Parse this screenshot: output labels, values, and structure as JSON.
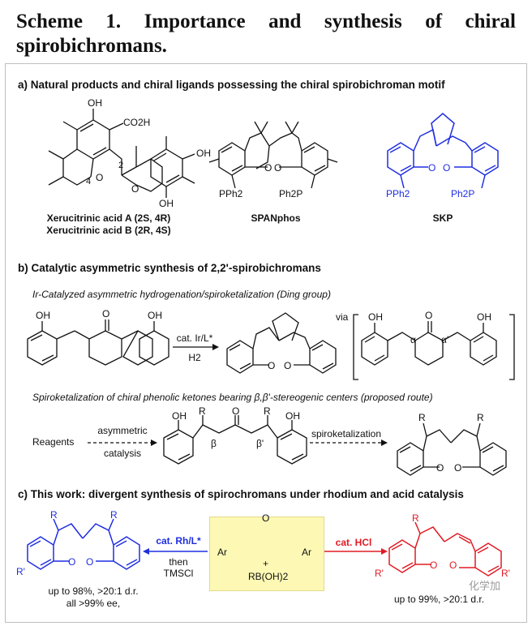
{
  "title": {
    "line1": "Scheme 1. Importance and synthesis of chiral",
    "line2": "spirobichromans."
  },
  "section_a": {
    "heading": "a) Natural products and chiral ligands possessing the chiral spirobichroman motif",
    "mol1_label_a": "Xerucitrinic acid A (2S, 4R)",
    "mol1_label_b": "Xerucitrinic acid B (2R, 4S)",
    "mol2_label": "SPANphos",
    "mol3_label": "SKP",
    "atoms": {
      "oh": "OH",
      "co2h": "CO2H",
      "o": "O",
      "pph2": "PPh2",
      "ph2p": "Ph2P",
      "num4": "4",
      "num2": "2"
    }
  },
  "section_b": {
    "heading": "b) Catalytic asymmetric synthesis of 2,2'-spirobichromans",
    "route1_caption": "Ir-Catalyzed asymmetric hydrogenation/spiroketalization (Ding group)",
    "route1_reagent": "cat. Ir/L*",
    "route1_h2": "H2",
    "via": "via",
    "alpha": "α",
    "alpha_prime": "α'",
    "route2_caption": "Spiroketalization of chiral phenolic ketones bearing β,β'-stereogenic centers (proposed route)",
    "reagents": "Reagents",
    "step1_top": "asymmetric",
    "step1_bottom": "catalysis",
    "step2": "spiroketalization",
    "beta": "β",
    "beta_prime": "β'",
    "r": "R"
  },
  "section_c": {
    "heading": "c) This work: divergent synthesis of spirochromans under rhodium and acid catalysis",
    "left_reagent": "cat. Rh/L*",
    "left_then": "then",
    "left_tmscl": "TMSCl",
    "right_reagent": "cat. HCl",
    "ar": "Ar",
    "plus": "+",
    "boronic": "RB(OH)2",
    "r_prime": "R'",
    "left_result_1": "up to 98%, >20:1 d.r.",
    "left_result_2": "all >99% ee,",
    "right_result": "up to 99%, >20:1 d.r.",
    "watermark": "化学加"
  },
  "colors": {
    "blue": "#1f2ee0",
    "red": "#e01b24",
    "highlight": "#fdf9b5",
    "text": "#111111"
  }
}
